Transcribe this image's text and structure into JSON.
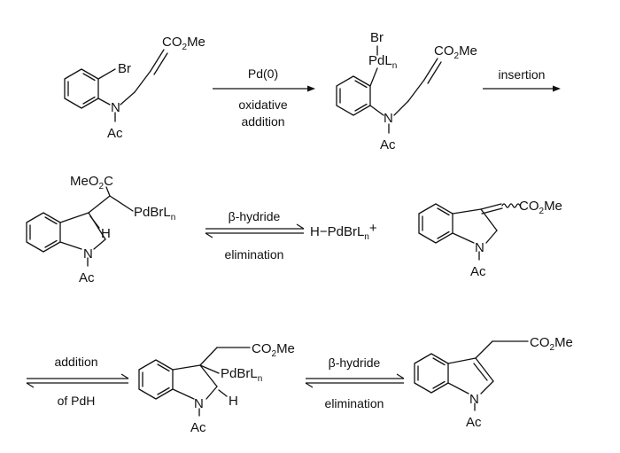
{
  "atoms": {
    "br": "Br",
    "n": "N",
    "ac": "Ac",
    "h": "H",
    "co2me": {
      "a": "CO",
      "b": "2",
      "c": "Me"
    },
    "meo2c": {
      "a": "MeO",
      "b": "2",
      "c": "C"
    },
    "pdln": {
      "a": "PdL",
      "b": "n"
    },
    "pdbrln": {
      "a": "PdBrL",
      "b": "n"
    },
    "hpdbrln": {
      "a": "H−PdBrL",
      "b": "n",
      "c": "+"
    }
  },
  "arrows": {
    "step1_top": "Pd(0)",
    "step1_bottom_line1": "oxidative",
    "step1_bottom_line2": "addition",
    "step2_top": "insertion",
    "step3_top": "β-hydride",
    "step3_bottom": "elimination",
    "step4_top": "addition",
    "step4_bottom": "of PdH",
    "step5_top": "β-hydride",
    "step5_bottom": "elimination"
  }
}
